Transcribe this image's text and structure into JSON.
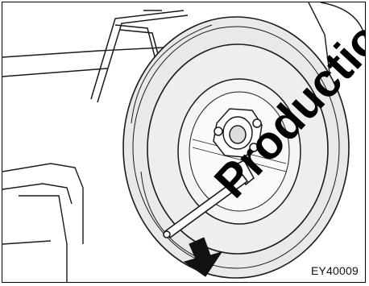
{
  "illustration": {
    "subject": "spare-tire-with-lug-wrench",
    "code": "EY40009",
    "watermark_text": "Production",
    "arrow_direction": "down-left"
  },
  "colors": {
    "line": "#1a1a1a",
    "tire_fill": "#e9e9e9",
    "wheel_fill": "#f4f4f4",
    "arrow_fill": "#111111",
    "background": "#ffffff"
  }
}
